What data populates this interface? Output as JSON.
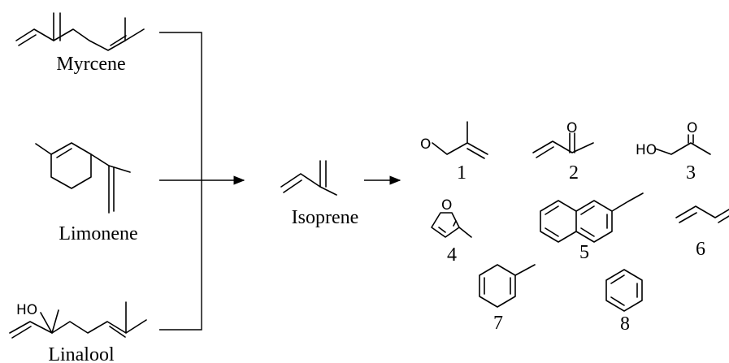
{
  "sources": {
    "myrcene": {
      "name": "Myrcene"
    },
    "limonene": {
      "name": "Limonene"
    },
    "linalool": {
      "name": "Linalool",
      "atom_label": "HO"
    }
  },
  "intermediate": {
    "name": "Isoprene"
  },
  "products": [
    {
      "id": "1",
      "atom_label": "O"
    },
    {
      "id": "2",
      "atom_label": "O"
    },
    {
      "id": "3",
      "atom_label": "O",
      "atom_label_2": "HO"
    },
    {
      "id": "4",
      "atom_label": "O"
    },
    {
      "id": "5"
    },
    {
      "id": "6"
    },
    {
      "id": "7"
    },
    {
      "id": "8"
    }
  ]
}
